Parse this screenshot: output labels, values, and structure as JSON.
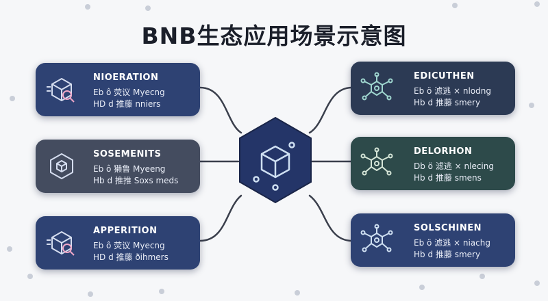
{
  "title": "BNB生态应用场景示意图",
  "colors": {
    "background": "#f6f7f9",
    "title": "#1b1f2a",
    "connector": "#3a3f4c",
    "icon_stroke": "#d6def0",
    "hub": "#243568"
  },
  "hub": {
    "icon": "cube-icon"
  },
  "cards": [
    {
      "id": "left-top",
      "name": "NIOERATION",
      "line1": "Eb ô 荧议 Myecng",
      "line2": "HD d 推藤 nniers",
      "icon": "cube-magnifier-icon",
      "bg": "#2e4273"
    },
    {
      "id": "left-middle",
      "name": "SOSEMENITS",
      "line1": "Eb ô 獭鲁 Myeeng",
      "line2": "Hb d 推推 Soxs meds",
      "icon": "cube-hexagon-icon",
      "bg": "#444c5f"
    },
    {
      "id": "left-bottom",
      "name": "APPERITION",
      "line1": "Eb ô 荧议 Myecng",
      "line2": "HD d 推藤 ðihmers",
      "icon": "cube-magnifier-icon",
      "bg": "#2e4273"
    },
    {
      "id": "right-top",
      "name": "EDICUTHEN",
      "line1": "Eb ö 滤逃 × nlodng",
      "line2": "Hb d 推藤 smery",
      "icon": "network-node-icon",
      "bg": "#2c3a54"
    },
    {
      "id": "right-middle",
      "name": "DELORHON",
      "line1": "Db ö 滤逃 × nlecing",
      "line2": "Hb d 推藤 smens",
      "icon": "network-node-icon",
      "bg": "#2d4a4a"
    },
    {
      "id": "right-bottom",
      "name": "SOLSCHINEN",
      "line1": "Eb ö 滤逃 × niachg",
      "line2": "Hb d 推藤 smery",
      "icon": "network-node-icon",
      "bg": "#2e4273"
    }
  ]
}
